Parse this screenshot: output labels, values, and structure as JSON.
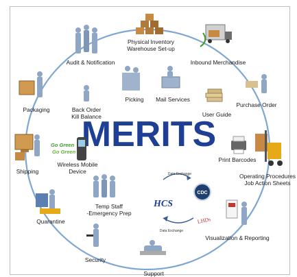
{
  "title": "MERITS",
  "nodes": [
    {
      "id": "physical-inventory",
      "label": "Physical Inventory\nWarehouse Set-up"
    },
    {
      "id": "inbound-merchandise",
      "label": "Inbound Merchandise"
    },
    {
      "id": "purchase-order",
      "label": "Purchase Order"
    },
    {
      "id": "operating-procedures",
      "label": "Operating Procedures\nJob Action Sheets"
    },
    {
      "id": "visualization-reporting",
      "label": "Visualization & Reporting"
    },
    {
      "id": "support",
      "label": "Support"
    },
    {
      "id": "security",
      "label": "Security"
    },
    {
      "id": "quarantine",
      "label": "Quarantine"
    },
    {
      "id": "shipping",
      "label": "Shipping"
    },
    {
      "id": "packaging",
      "label": "Packaging"
    },
    {
      "id": "audit-notification",
      "label": "Audit & Notification"
    }
  ],
  "inner_nodes": [
    {
      "id": "picking",
      "label": "Picking"
    },
    {
      "id": "mail-services",
      "label": "Mail Services"
    },
    {
      "id": "user-guide",
      "label": "User Guide"
    },
    {
      "id": "back-order",
      "label": "Back Order\nKill Balance"
    },
    {
      "id": "print-barcodes",
      "label": "Print Barcodes"
    },
    {
      "id": "wireless-mobile",
      "label": "Wireless Mobile\nDevice"
    },
    {
      "id": "temp-staff",
      "label": "Temp Staff\n-Emergency Prep"
    }
  ],
  "go_green": [
    "Go Green",
    "Go Green"
  ],
  "data_exchange": [
    "Data Exchange",
    "Data Exchange"
  ],
  "logos": {
    "hcs": "HCS",
    "cdc": "CDC",
    "lhds": "LHDs"
  },
  "colors": {
    "title": "#1f3f95",
    "ring": "#7ea6d2",
    "green": "#3e9a2e",
    "figure": "#8fa7c4"
  }
}
